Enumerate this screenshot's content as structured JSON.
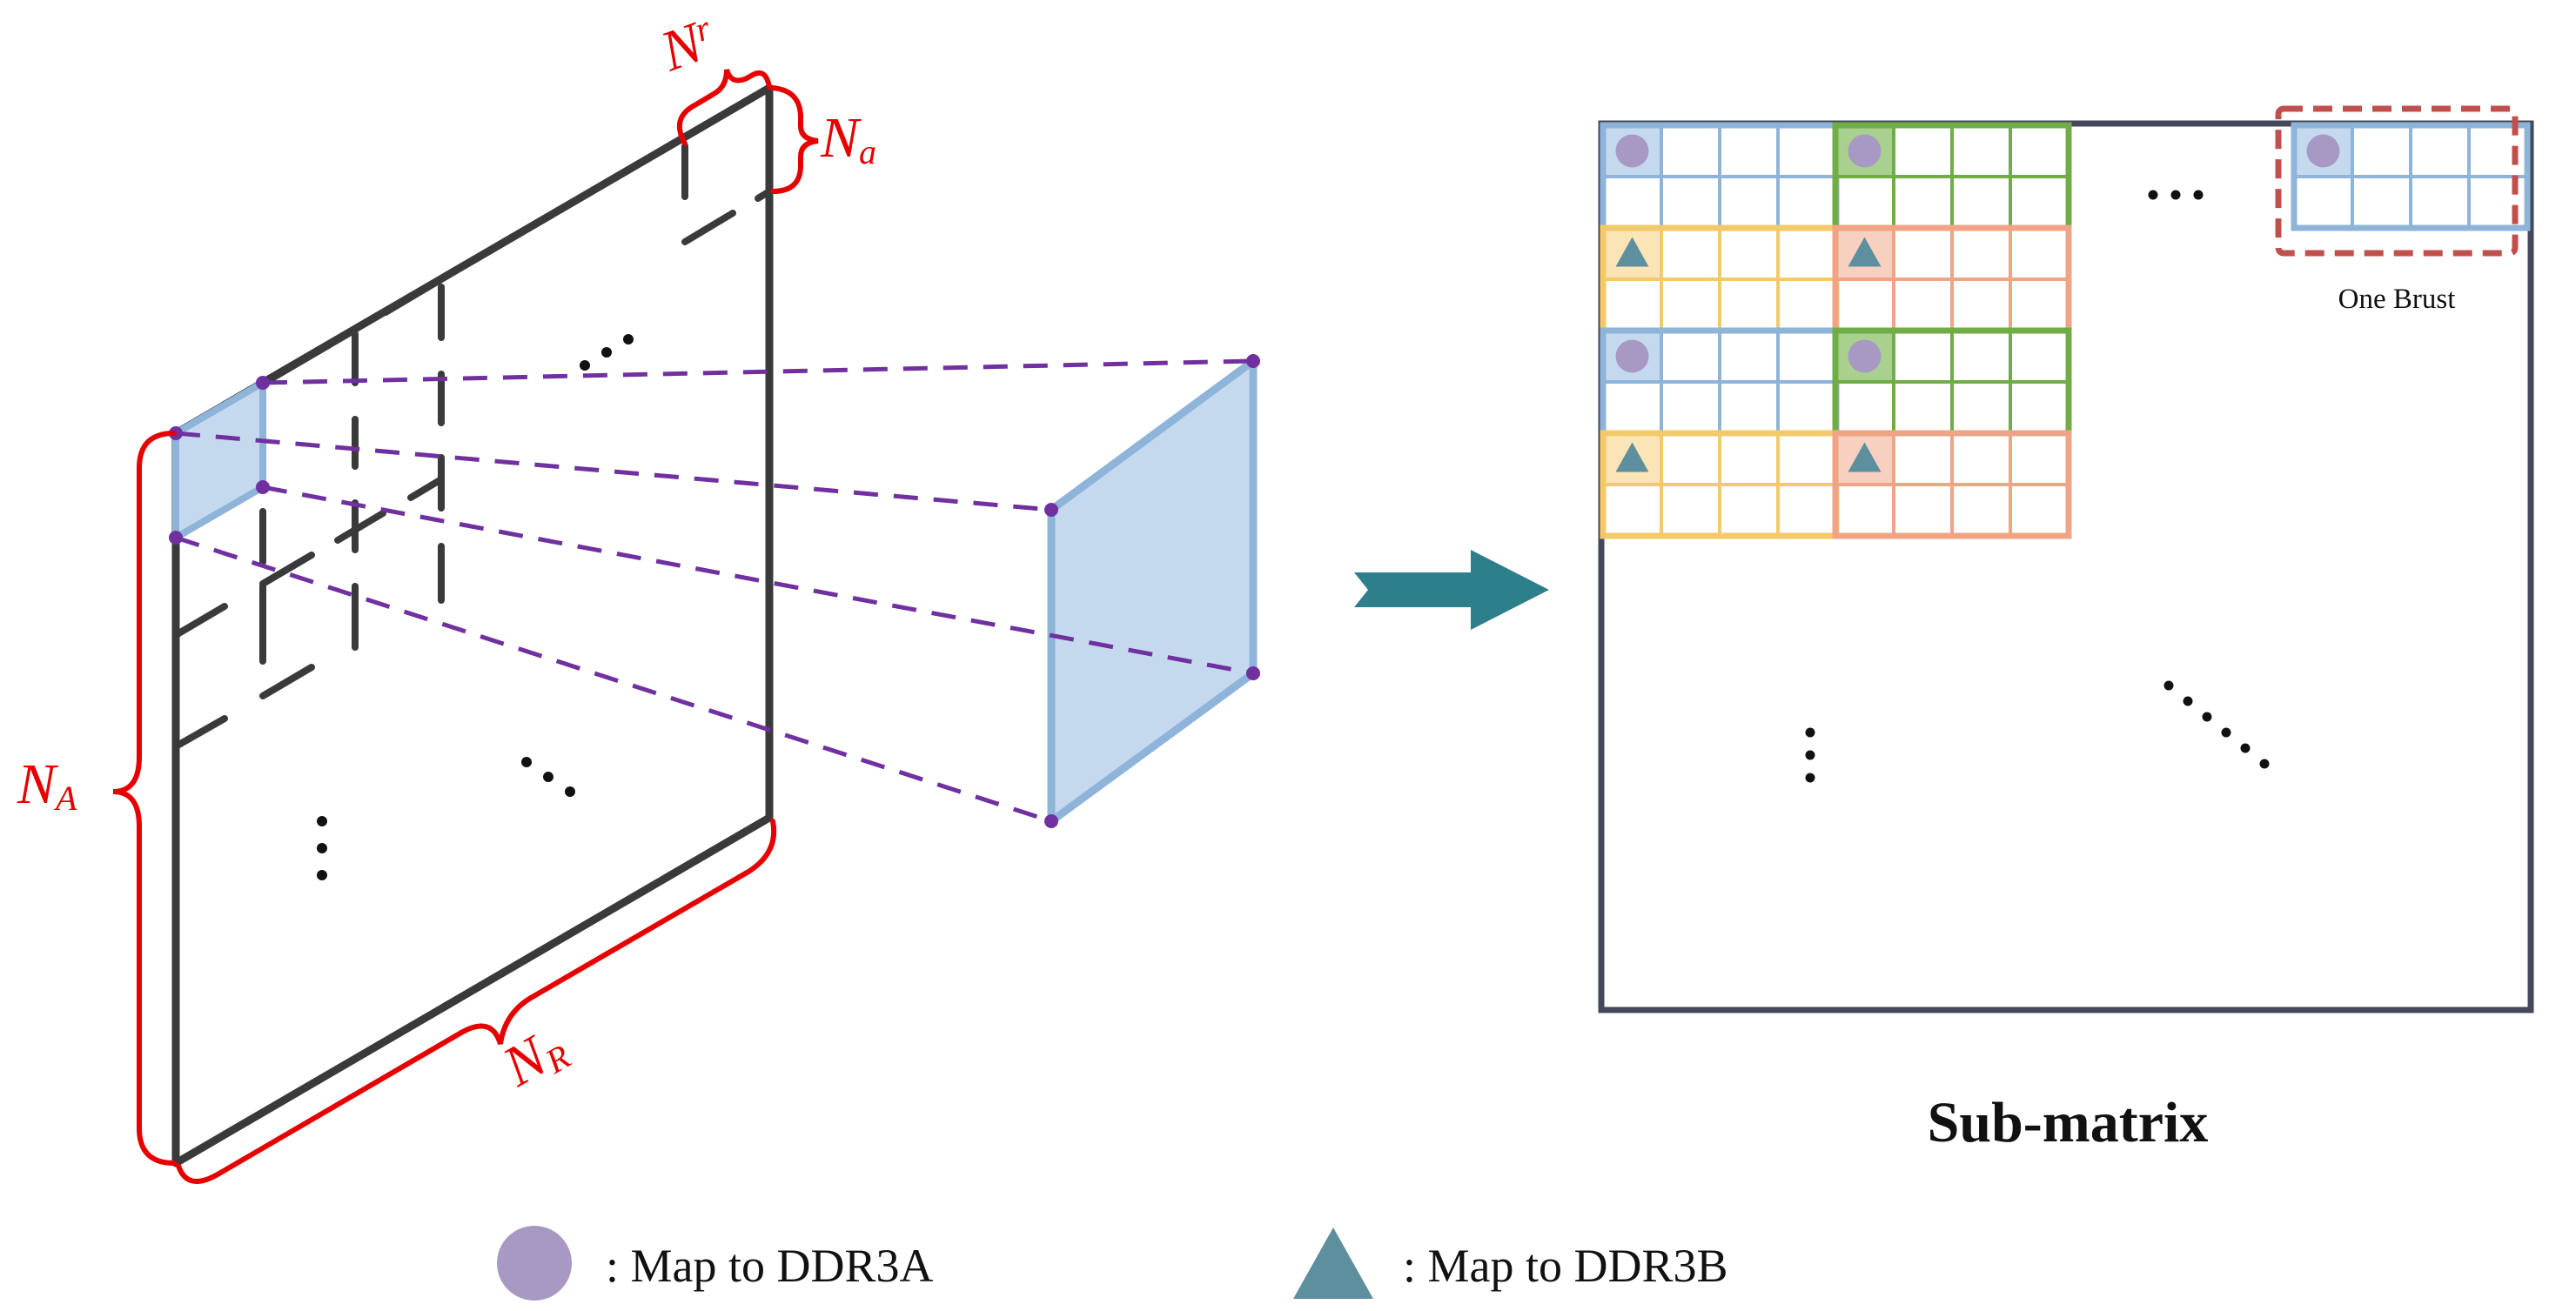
{
  "labels": {
    "N_r_main": "N",
    "N_r_sub": "r",
    "N_a_main": "N",
    "N_a_sub": "a",
    "N_A_main": "N",
    "N_A_sub": "A",
    "N_R_main": "N",
    "N_R_sub": "R"
  },
  "submatrix_title": "Sub-matrix",
  "one_burst_label": "One Brust",
  "legend": {
    "circle_text": ": Map to DDR3A",
    "triangle_text": ": Map to DDR3B"
  },
  "colors": {
    "symbol_red": "#e60000",
    "dash_purple": "#7030a0",
    "frame_dark": "#3a3a3a",
    "submatrix_frame": "#44485a",
    "cell_blue": "#8eb4d9",
    "cell_blue_fill": "#c5d9ee",
    "cell_green": "#70ad47",
    "cell_green_fill": "#a9d08e",
    "cell_yellow": "#f4c96a",
    "cell_yellow_fill": "#fbe5b6",
    "cell_orange": "#f0a486",
    "cell_orange_fill": "#f8d0c0",
    "circle": "#a899c4",
    "triangle": "#5e8f9f",
    "arrow": "#2e7f8c",
    "burst_dash": "#c0504d"
  },
  "icons": {
    "circle": "circle-icon",
    "triangle": "triangle-icon",
    "arrow": "right-arrow-icon"
  }
}
